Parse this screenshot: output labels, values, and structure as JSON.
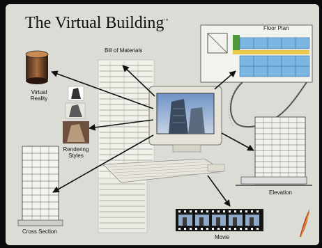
{
  "title": "The Virtual Building",
  "trademark": "™",
  "labels": {
    "bill_of_materials": "Bill of Materials",
    "floor_plan": "Floor Plan",
    "virtual_reality_line1": "Virtual",
    "virtual_reality_line2": "Reality",
    "rendering_line1": "Rendering",
    "rendering_line2": "Styles",
    "elevation": "Elevation",
    "cross_section": "Cross Section",
    "movie": "Movie"
  },
  "colors": {
    "background": "#dcdcd6",
    "floor_plan_rooms": "#7ab6e2",
    "floor_plan_corridor": "#e8c84a",
    "floor_plan_core": "#4f9a38",
    "arrows": "#111111",
    "screen_sky": "#6f93c6"
  }
}
